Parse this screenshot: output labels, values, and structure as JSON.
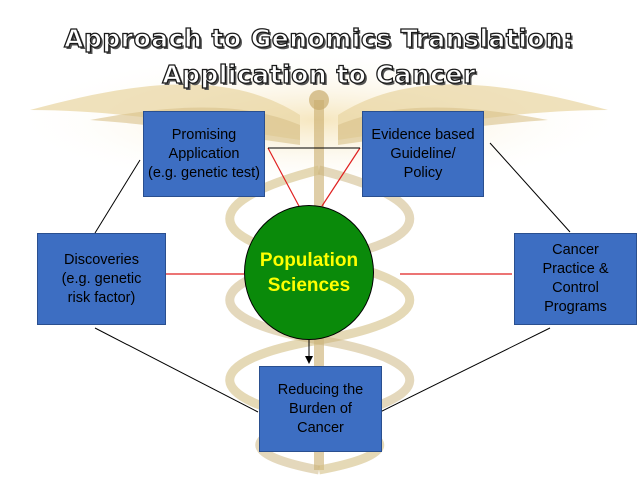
{
  "title": {
    "line1": "Approach to Genomics Translation:",
    "line2": "Application to Cancer"
  },
  "center": {
    "lines": [
      "Population",
      "Sciences"
    ],
    "color": "#0a8a0a",
    "text_color": "#ffff00"
  },
  "boxes": {
    "promising": [
      "Promising",
      "Application",
      "(e.g. genetic test)"
    ],
    "evidence": [
      "Evidence based",
      "Guideline/",
      "Policy"
    ],
    "discoveries": [
      "Discoveries",
      "(e.g. genetic",
      "risk factor)"
    ],
    "cancer_practice": [
      "Cancer",
      "Practice &",
      "Control",
      "Programs"
    ],
    "reducing": [
      "Reducing the",
      "Burden of",
      "Cancer"
    ]
  },
  "colors": {
    "box_fill": "#3d6ec2",
    "red_connector": "#e02020",
    "black_connector": "#000000"
  }
}
